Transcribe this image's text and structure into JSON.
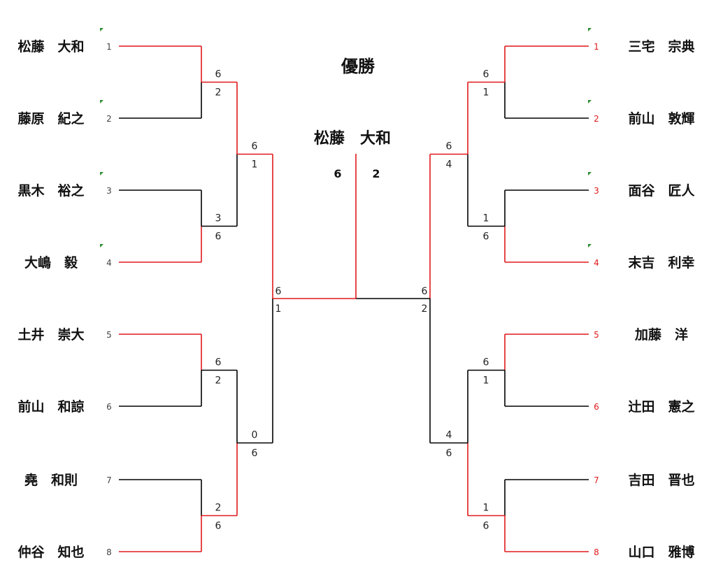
{
  "colors": {
    "win": "#e0191b",
    "lose": "#000000",
    "seed_left": "#444444",
    "seed_right": "#e0191b",
    "flag": "#2e8b2e"
  },
  "title": "優勝",
  "champion": {
    "name": "松藤　大和",
    "score_left": "6",
    "score_right": "2"
  },
  "left": {
    "players": [
      {
        "name": "松藤　大和",
        "seed": "1",
        "flag": true
      },
      {
        "name": "藤原　紀之",
        "seed": "2",
        "flag": true
      },
      {
        "name": "黒木　裕之",
        "seed": "3",
        "flag": true
      },
      {
        "name": "大嶋　毅",
        "seed": "4",
        "flag": true
      },
      {
        "name": "土井　崇大",
        "seed": "5",
        "flag": false
      },
      {
        "name": "前山　和諒",
        "seed": "6",
        "flag": false
      },
      {
        "name": "堯　和則",
        "seed": "7",
        "flag": false
      },
      {
        "name": "仲谷　知也",
        "seed": "8",
        "flag": false
      }
    ],
    "r1": [
      {
        "top": "6",
        "bot": "2"
      },
      {
        "top": "3",
        "bot": "6"
      },
      {
        "top": "6",
        "bot": "2"
      },
      {
        "top": "2",
        "bot": "6"
      }
    ],
    "r2": [
      {
        "top": "6",
        "bot": "1"
      },
      {
        "top": "0",
        "bot": "6"
      }
    ],
    "r3": {
      "top": "6",
      "bot": "1"
    }
  },
  "right": {
    "players": [
      {
        "name": "三宅　宗典",
        "seed": "1",
        "flag": true
      },
      {
        "name": "前山　敦輝",
        "seed": "2",
        "flag": true
      },
      {
        "name": "面谷　匠人",
        "seed": "3",
        "flag": true
      },
      {
        "name": "末吉　利幸",
        "seed": "4",
        "flag": true
      },
      {
        "name": "加藤　洋",
        "seed": "5",
        "flag": false
      },
      {
        "name": "辻田　憲之",
        "seed": "6",
        "flag": false
      },
      {
        "name": "吉田　晋也",
        "seed": "7",
        "flag": false
      },
      {
        "name": "山口　雅博",
        "seed": "8",
        "flag": false
      }
    ],
    "r1": [
      {
        "top": "6",
        "bot": "1"
      },
      {
        "top": "1",
        "bot": "6"
      },
      {
        "top": "6",
        "bot": "1"
      },
      {
        "top": "1",
        "bot": "6"
      }
    ],
    "r2": [
      {
        "top": "6",
        "bot": "4"
      },
      {
        "top": "4",
        "bot": "6"
      }
    ],
    "r3": {
      "top": "6",
      "bot": "2"
    }
  }
}
